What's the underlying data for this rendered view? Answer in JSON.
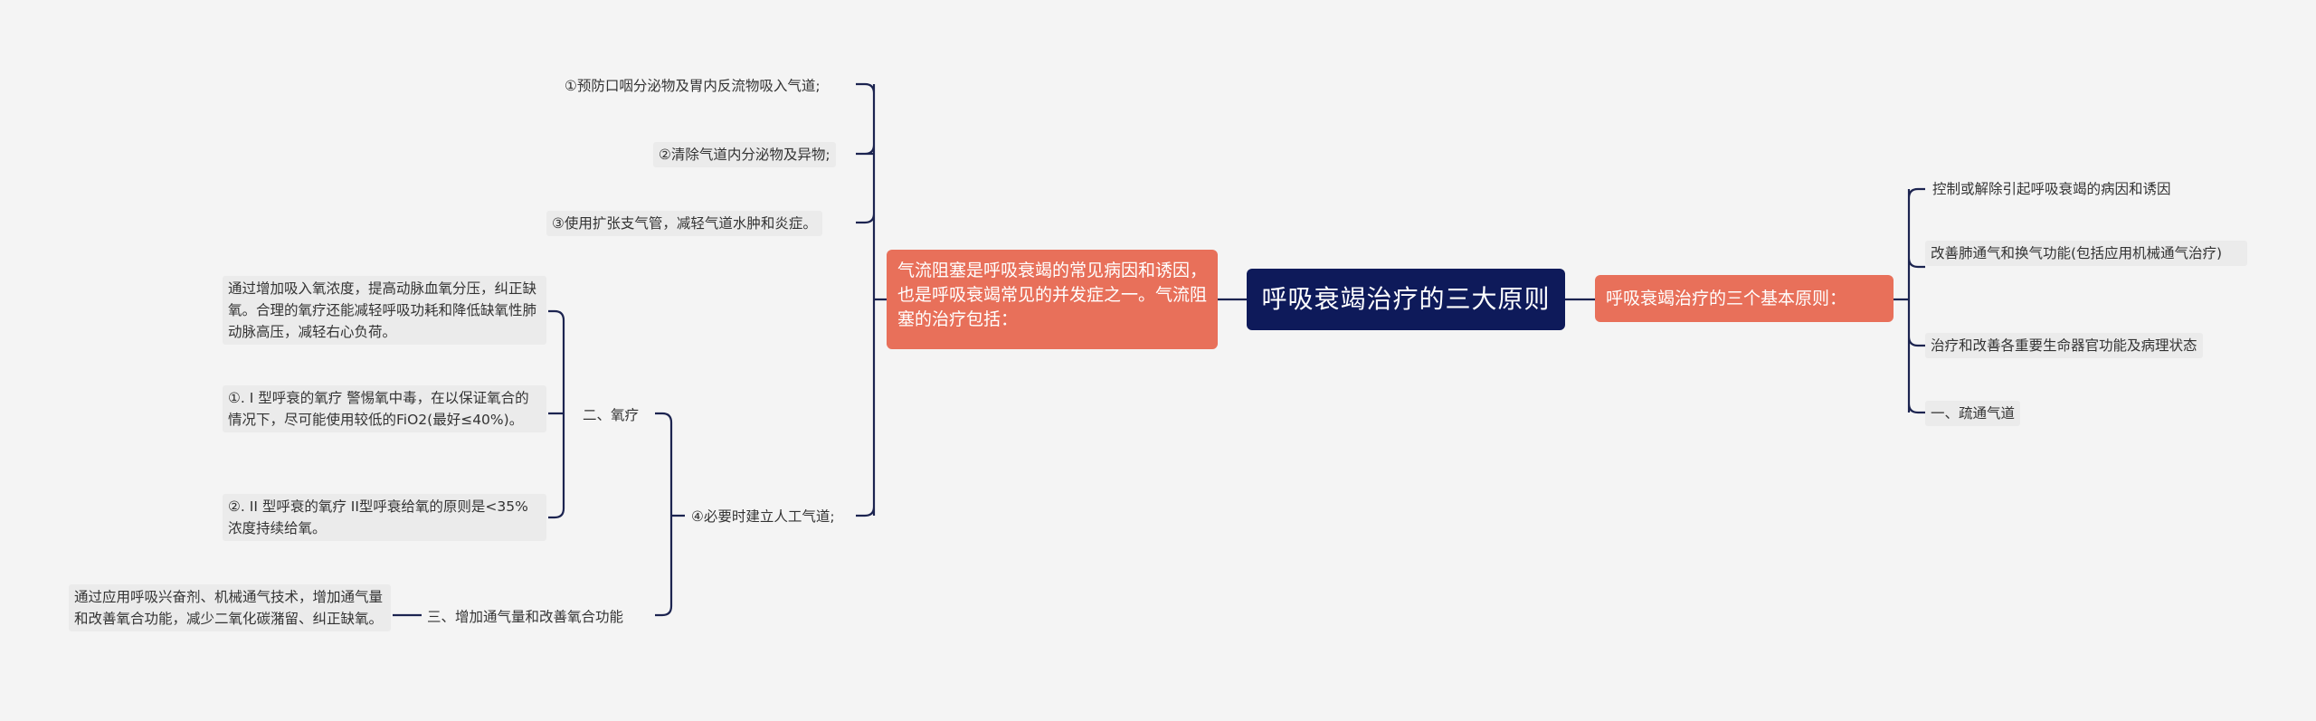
{
  "root": {
    "title": "呼吸衰竭治疗的三大原则"
  },
  "left_main": {
    "text": "气流阻塞是呼吸衰竭的常见病因和诱因，也是呼吸衰竭常见的并发症之一。气流阻塞的治疗包括："
  },
  "left_items": {
    "item1": "①预防口咽分泌物及胃内反流物吸入气道;",
    "item2": "②清除气道内分泌物及异物;",
    "item3": "③使用扩张支气管，减轻气道水肿和炎症。",
    "item4": "④必要时建立人工气道;"
  },
  "oxygen": {
    "label": "二、氧疗",
    "desc": "通过增加吸入氧浓度，提高动脉血氧分压，纠正缺氧。合理的氧疗还能减轻呼吸功耗和降低缺氧性肺动脉高压，减轻右心负荷。",
    "type1": "①. I 型呼衰的氧疗 警惕氧中毒，在以保证氧合的情况下，尽可能使用较低的FiO2(最好≤40%)。",
    "type2": "②. II 型呼衰的氧疗 II型呼衰给氧的原则是<35% 浓度持续给氧。"
  },
  "ventilation": {
    "label": "三、增加通气量和改善氧合功能",
    "desc": "通过应用呼吸兴奋剂、机械通气技术，增加通气量和改善氧合功能，减少二氧化碳潴留、纠正缺氧。"
  },
  "right_main": {
    "text": "呼吸衰竭治疗的三个基本原则："
  },
  "right_items": {
    "item1": "控制或解除引起呼吸衰竭的病因和诱因",
    "item2": "改善肺通气和换气功能(包括应用机械通气治疗)",
    "item3": "治疗和改善各重要生命器官功能及病理状态",
    "item4": "一、疏通气道"
  },
  "colors": {
    "root_bg": "#0e1a5a",
    "main_bg": "#e8705a",
    "line": "#1c2450",
    "leaf_bg": "#ebebeb",
    "canvas": "#f4f4f4"
  }
}
